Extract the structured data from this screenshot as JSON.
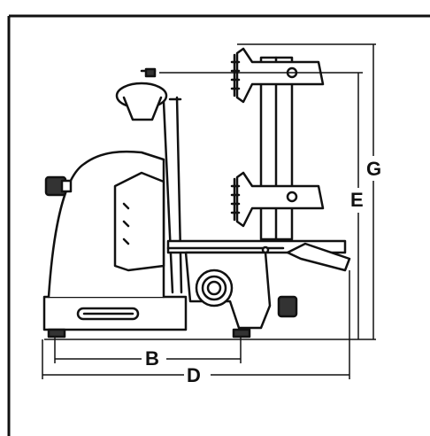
{
  "diagram": {
    "dimension_labels": {
      "b": "B",
      "d": "D",
      "e": "E",
      "g": "G"
    }
  }
}
